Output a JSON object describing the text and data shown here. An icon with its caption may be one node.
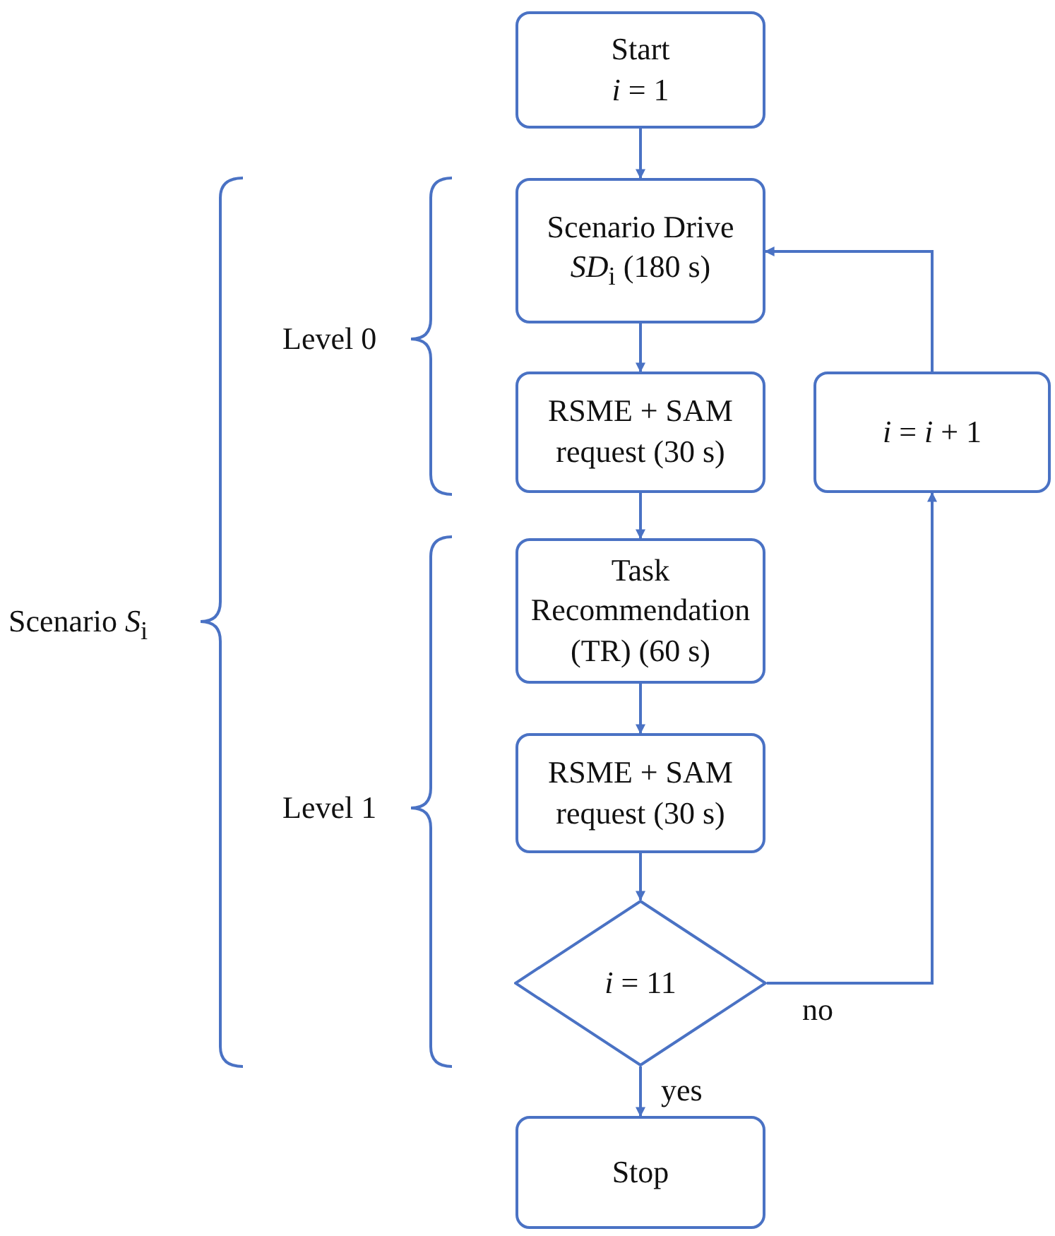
{
  "diagram": {
    "nodes": [
      {
        "text": [
          "Start",
          "*i* = 1"
        ]
      },
      {
        "text": [
          "Scenario Drive *SD*$_{i}$ (180 s)"
        ]
      },
      {
        "text": [
          "RSME + SAM request (30 s)"
        ]
      },
      {
        "text": [
          "Task Recommendation (TR) (60 s)"
        ]
      },
      {
        "text": [
          "RSME + SAM request (30 s)"
        ]
      },
      {
        "text": [
          "*i* = 11"
        ]
      },
      {
        "text": [
          "Stop"
        ]
      },
      {
        "text": [
          "*i* = *i* + 1"
        ]
      }
    ],
    "edges": [
      {
        "from": 0,
        "to": 1,
        "arrow": "to"
      },
      {
        "from": 1,
        "to": 2,
        "arrow": "to"
      },
      {
        "from": 2,
        "to": 3,
        "arrow": "to"
      },
      {
        "from": 3,
        "to": 4,
        "arrow": "to"
      },
      {
        "from": 4,
        "to": 5,
        "arrow": "to"
      },
      {
        "from": 5,
        "to": 6,
        "arrow": "to",
        "label": "yes"
      },
      {
        "from": 5,
        "to": 7,
        "arrow": "to",
        "label": "no"
      },
      {
        "from": 7,
        "to": 1,
        "arrow": "to"
      }
    ],
    "labels": [
      "Level 0",
      "Level 1",
      "Scenario *S*$_{i}$"
    ]
  }
}
